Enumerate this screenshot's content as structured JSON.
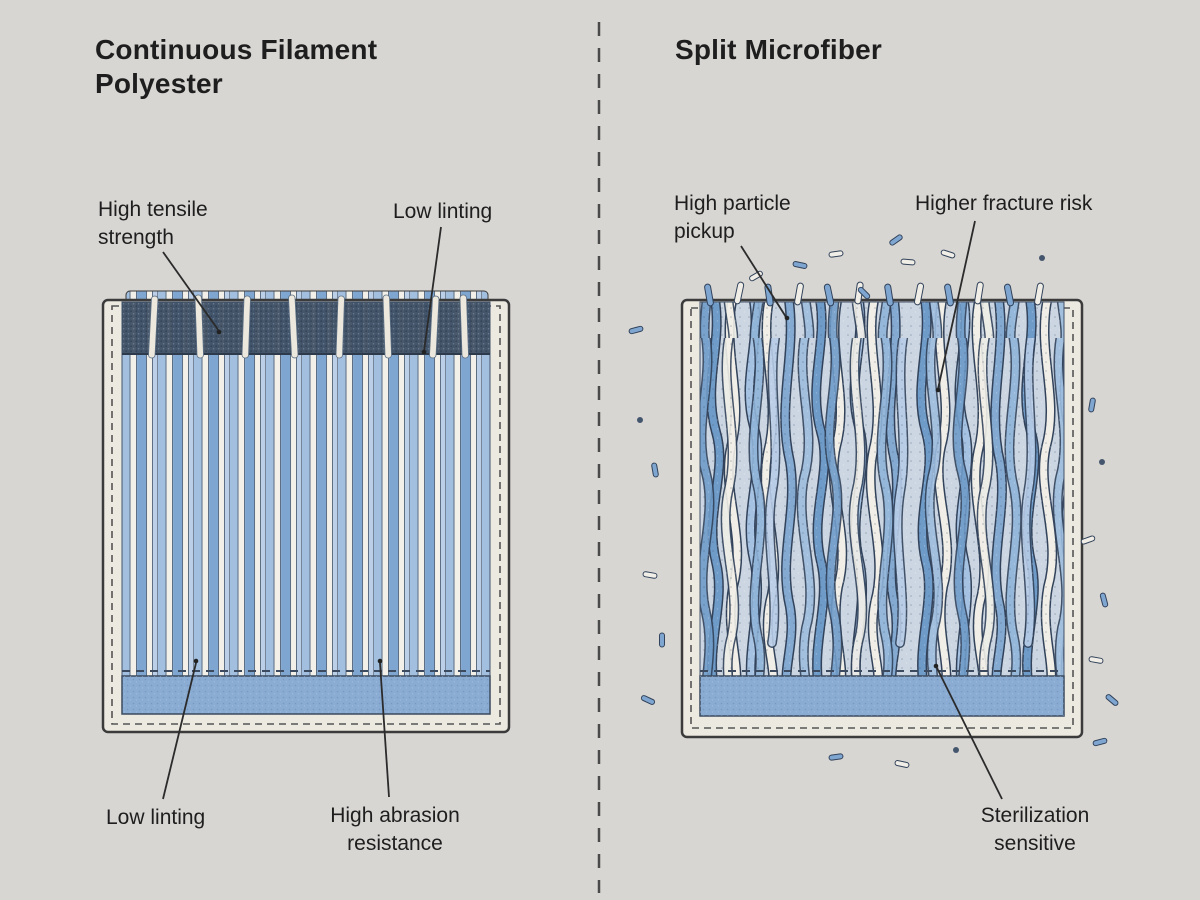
{
  "colors": {
    "background": "#d8d6d3",
    "text": "#1e1e1e",
    "fiber_blue": "#84aad2",
    "fiber_light": "#f0eee7",
    "band_dark": "#3f5064",
    "hem_blue": "#8aabd2",
    "outline": "#33435a"
  },
  "divider": {
    "style": "dashed-vertical"
  },
  "left_panel": {
    "title": "Continuous Filament Polyester",
    "labels": {
      "top_left": "High tensile strength",
      "top_right": "Low linting",
      "bottom_left": "Low linting",
      "bottom_center": "High abrasion resistance"
    }
  },
  "right_panel": {
    "title": "Split Microfiber",
    "labels": {
      "top_left": "High particle pickup",
      "top_right": "Higher fracture risk",
      "bottom_right": "Sterilization sensitive"
    }
  }
}
